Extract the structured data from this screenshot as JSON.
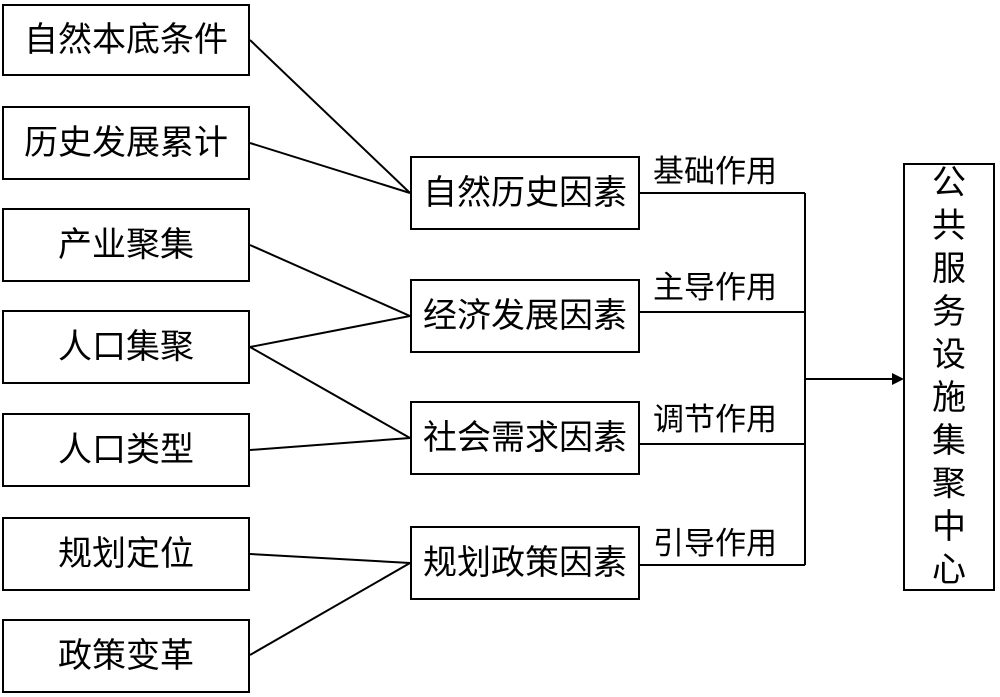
{
  "left_factors": [
    "自然本底条件",
    "历史发展累计",
    "产业聚集",
    "人口集聚",
    "人口类型",
    "规划定位",
    "政策变革"
  ],
  "middle_factors": [
    "自然历史因素",
    "经济发展因素",
    "社会需求因素",
    "规划政策因素"
  ],
  "effects": [
    "基础作用",
    "主导作用",
    "调节作用",
    "引导作用"
  ],
  "target_chars": [
    "公",
    "共",
    "服",
    "务",
    "设",
    "施",
    "集",
    "聚",
    "中",
    "心"
  ],
  "colors": {
    "line": "#000000",
    "box_border": "#000000",
    "background": "#ffffff"
  }
}
